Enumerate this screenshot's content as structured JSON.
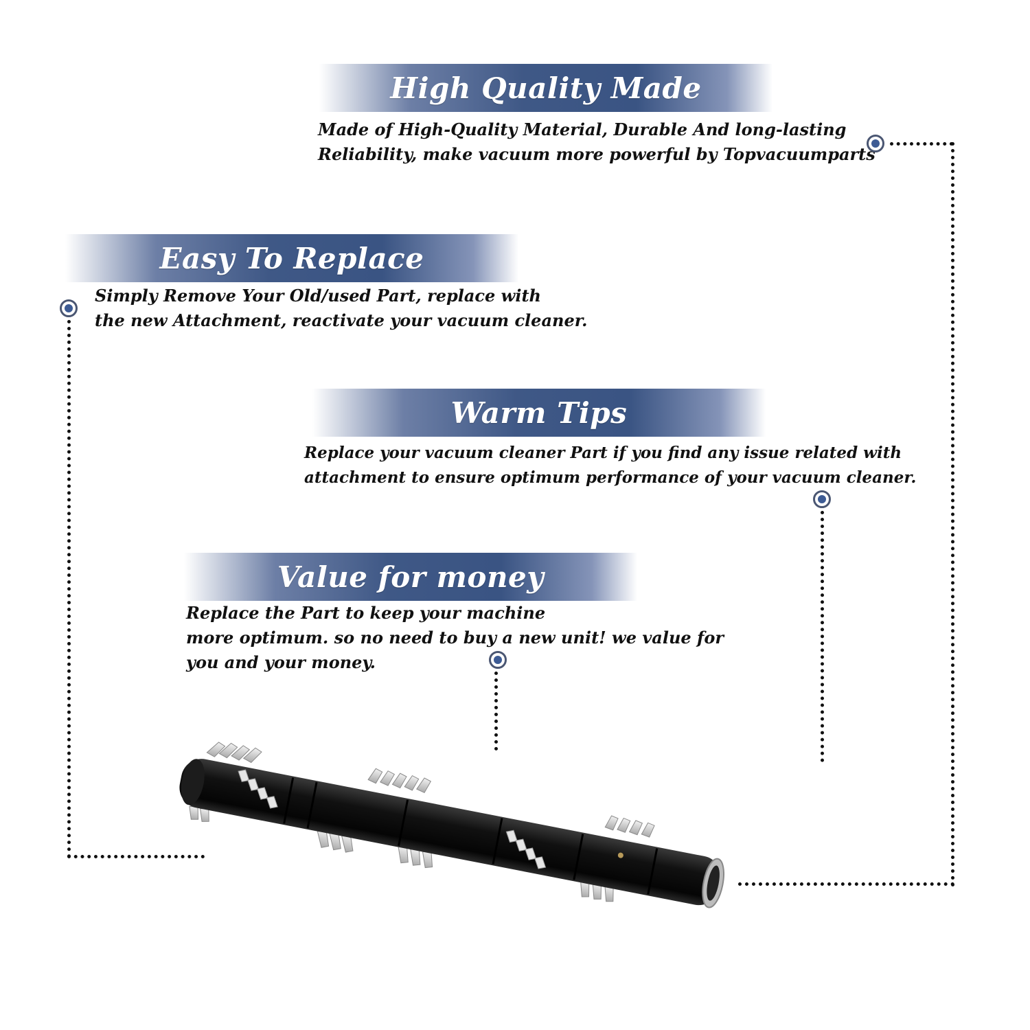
{
  "features": [
    {
      "title": "High Quality Made",
      "lines": [
        "Made of  High-Quality Material, Durable And long-lasting",
        "Reliability, make vacuum more powerful by Topvacuumparts"
      ]
    },
    {
      "title": "Easy To Replace",
      "lines": [
        "Simply Remove Your Old/used Part, replace with",
        "the new Attachment, reactivate your vacuum cleaner."
      ]
    },
    {
      "title": "Warm Tips",
      "lines": [
        "Replace your vacuum cleaner Part if you find any issue related with",
        " attachment to ensure optimum performance of your vacuum cleaner."
      ]
    },
    {
      "title": "Value for money",
      "lines": [
        "Replace the Part to keep your machine",
        "more optimum. so no need to buy a new unit! we value for",
        "you and your money."
      ]
    }
  ],
  "colors": {
    "banner_blue": "#3f5886",
    "marker_fill": "#3d5b94",
    "text": "#111111"
  },
  "icons": {
    "marker": "target-dot-icon",
    "product": "brushroll-image"
  }
}
